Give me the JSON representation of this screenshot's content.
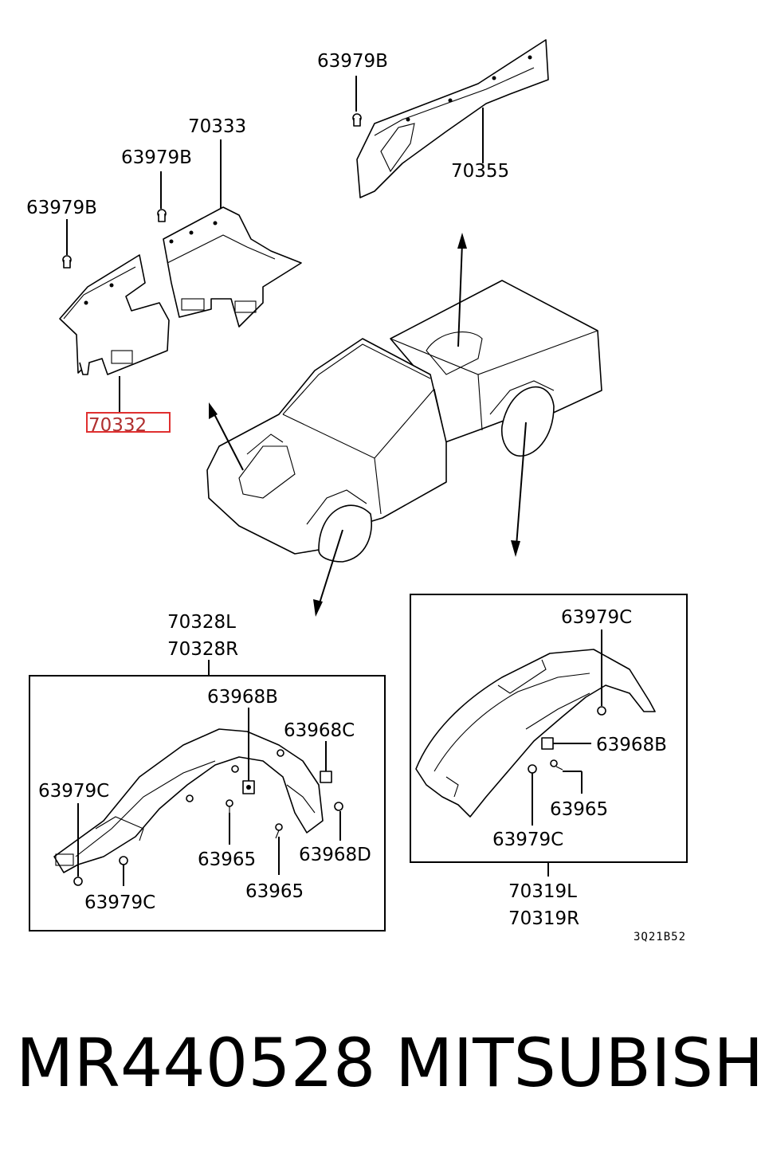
{
  "labels": {
    "p63979b_top": "63979B",
    "p70355": "70355",
    "p70333": "70333",
    "p63979b_mid": "63979B",
    "p63979b_left": "63979B",
    "p70332": "70332",
    "p70328l": "70328L",
    "p70328r": "70328R",
    "front_63968b": "63968B",
    "front_63968c": "63968C",
    "front_63979c_top": "63979C",
    "front_63965_a": "63965",
    "front_63968d": "63968D",
    "front_63965_b": "63965",
    "front_63979c_bottom": "63979C",
    "rear_63979c_top": "63979C",
    "rear_63968b": "63968B",
    "rear_63965": "63965",
    "rear_63979c_bottom": "63979C",
    "p70319l": "70319L",
    "p70319r": "70319R",
    "drawing_code": "3Q21B52"
  },
  "highlight_part": "70332",
  "highlight_color": "#e03030",
  "footer": {
    "part_number": "MR440528",
    "brand": "MITSUBISHI"
  }
}
